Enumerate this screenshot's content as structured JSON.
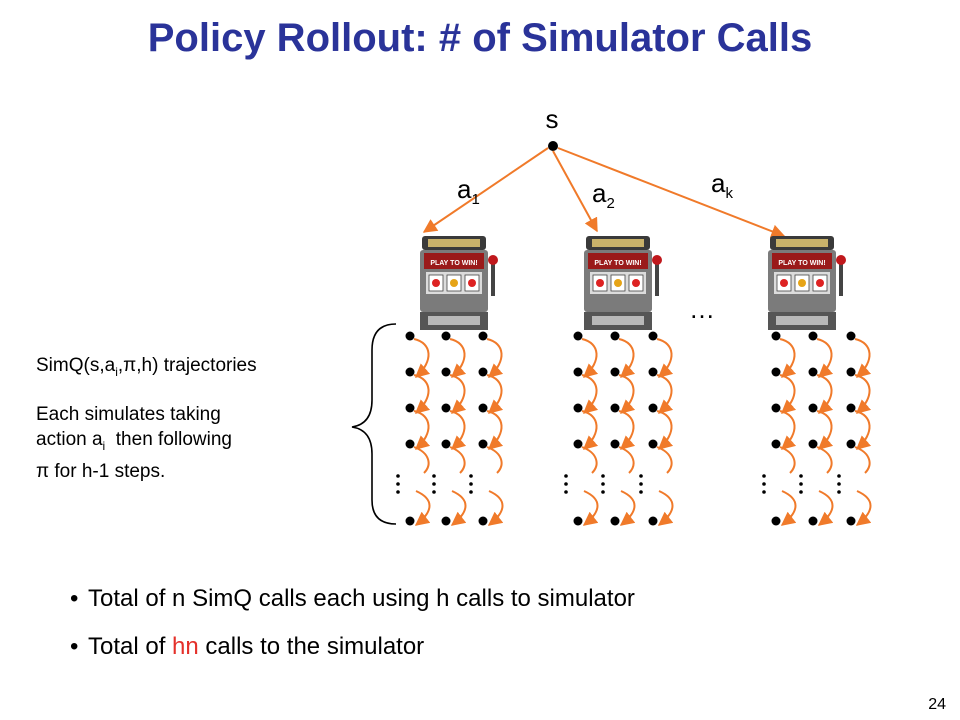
{
  "title": "Policy Rollout: # of Simulator Calls",
  "tree": {
    "root_label": "s",
    "branch_1_label": "a",
    "branch_1_sub": "1",
    "branch_2_label": "a",
    "branch_2_sub": "2",
    "branch_k_label": "a",
    "branch_k_sub": "k",
    "ellipsis": "…"
  },
  "annotation": {
    "trajectories_prefix": "SimQ(s,a",
    "trajectories_sub": "i",
    "trajectories_suffix": ",π,h) trajectories",
    "desc_line1": "Each simulates taking",
    "desc_line2_prefix": "action a",
    "desc_line2_sub": "i",
    "desc_line2_suffix": "  then following",
    "desc_line3": "π for h-1 steps."
  },
  "bullets": {
    "b1": "Total of n SimQ calls each using h calls to simulator",
    "b2_prefix": "Total of ",
    "b2_highlight": "hn",
    "b2_suffix": " calls to the simulator"
  },
  "slot_machine": {
    "sign_text": "PLAY TO WIN!"
  },
  "page_number": "24",
  "colors": {
    "title": "#2a3399",
    "arrow": "#f07a2a",
    "highlight": "#e4302a"
  },
  "icons": {
    "machine": "slot-machine-icon"
  }
}
